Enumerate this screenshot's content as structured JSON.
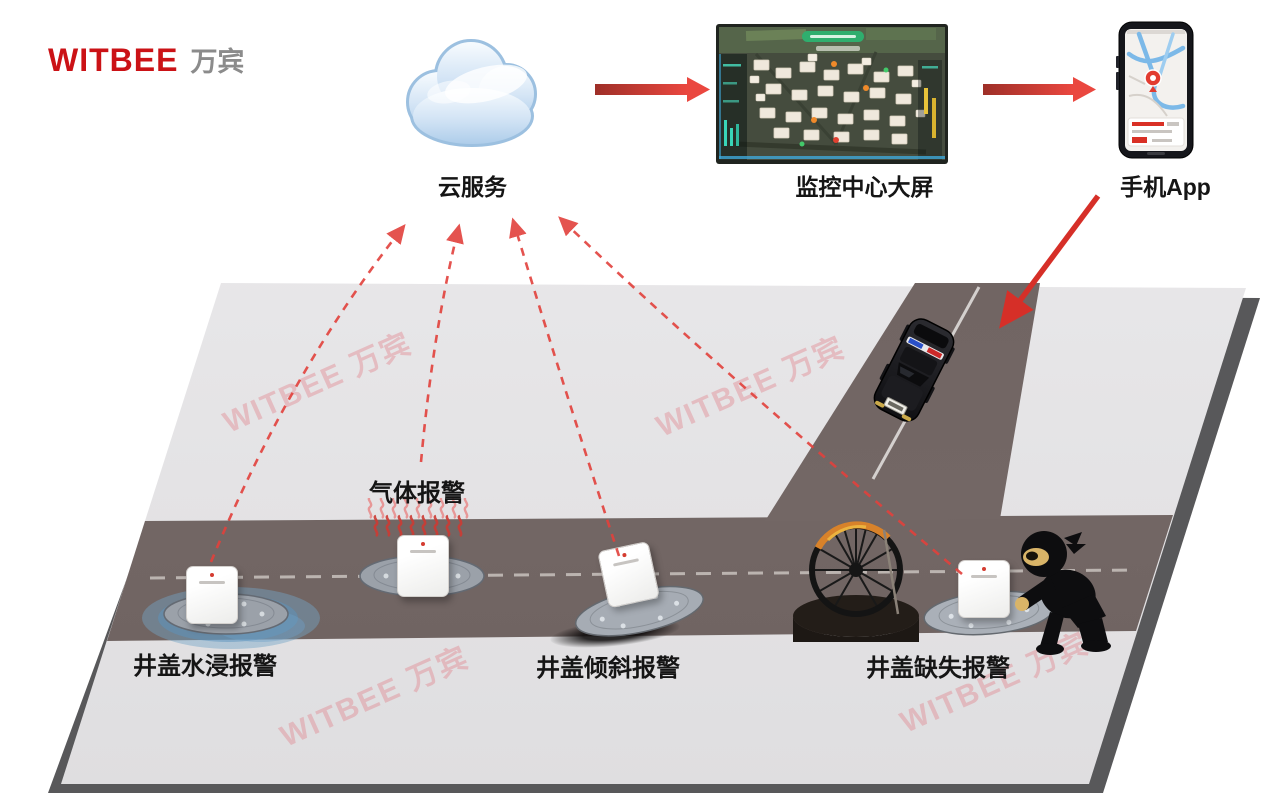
{
  "logo": {
    "brand": "WITBEE",
    "cn": "万宾"
  },
  "nodes": {
    "cloud": {
      "label": "云服务"
    },
    "screen": {
      "label": "监控中心大屏"
    },
    "phone": {
      "label": "手机App"
    }
  },
  "sensors": [
    {
      "id": "water-alarm",
      "label": "井盖水浸报警"
    },
    {
      "id": "gas-alarm",
      "label": "气体报警"
    },
    {
      "id": "tilt-alarm",
      "label": "井盖倾斜报警"
    },
    {
      "id": "missing-alarm",
      "label": "井盖缺失报警"
    }
  ],
  "watermark": {
    "text": "WITBEE 万宾"
  },
  "colors": {
    "accent_red": "#d93025",
    "logo_red": "#cb1216",
    "road": "#6e6260",
    "ground": "#e6e5e7",
    "cloud_blue": "#bcd6ee"
  }
}
